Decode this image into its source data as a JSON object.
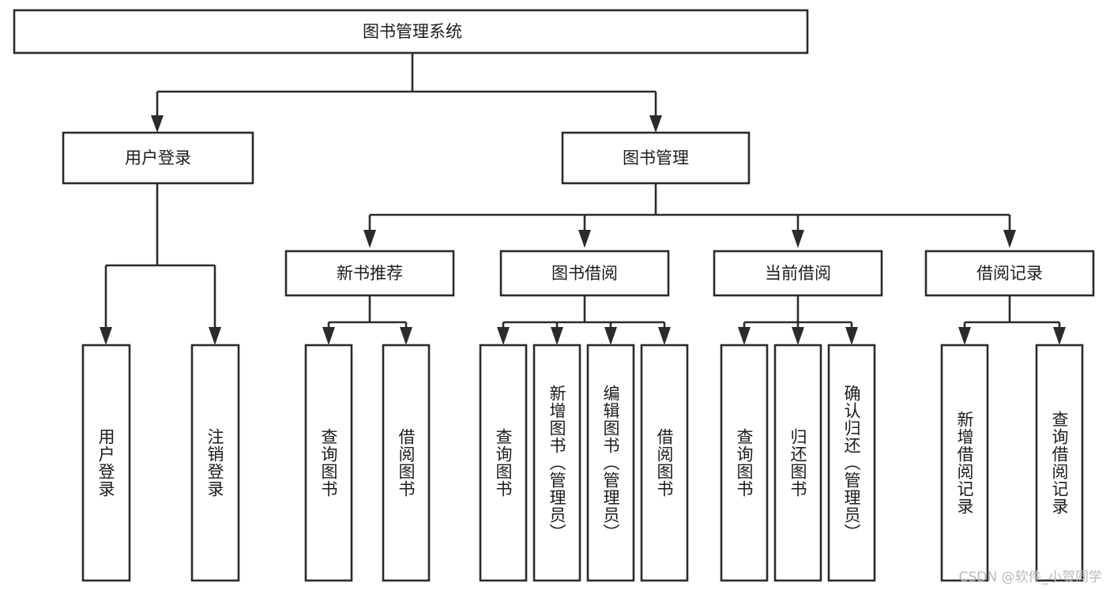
{
  "diagram": {
    "type": "tree-hierarchy",
    "title": "图书管理系统",
    "orientation": "top-down",
    "colors": {
      "box_stroke": "#2b2b2b",
      "box_fill": "#ffffff",
      "connector": "#2b2b2b",
      "text": "#1c1c1c",
      "background": "#ffffff",
      "watermark": "#b9b9b9"
    },
    "root": {
      "label": "图书管理系统"
    },
    "level2": [
      {
        "label": "用户登录"
      },
      {
        "label": "图书管理"
      }
    ],
    "level3": [
      {
        "label": "新书推荐"
      },
      {
        "label": "图书借阅"
      },
      {
        "label": "当前借阅"
      },
      {
        "label": "借阅记录"
      }
    ],
    "leaves": {
      "user_login": [
        {
          "label": "用户登录"
        },
        {
          "label": "注销登录"
        }
      ],
      "new_book_recommend": [
        {
          "label": "查询图书"
        },
        {
          "label": "借阅图书"
        }
      ],
      "book_borrow": [
        {
          "label": "查询图书"
        },
        {
          "label": "新增图书（管理员）"
        },
        {
          "label": "编辑图书（管理员）"
        },
        {
          "label": "借阅图书"
        }
      ],
      "current_borrow": [
        {
          "label": "查询图书"
        },
        {
          "label": "归还图书"
        },
        {
          "label": "确认归还（管理员）"
        }
      ],
      "borrow_record": [
        {
          "label": "新增借阅记录"
        },
        {
          "label": "查询借阅记录"
        }
      ]
    }
  },
  "watermark": {
    "text": "CSDN @软件_小贺同学"
  }
}
